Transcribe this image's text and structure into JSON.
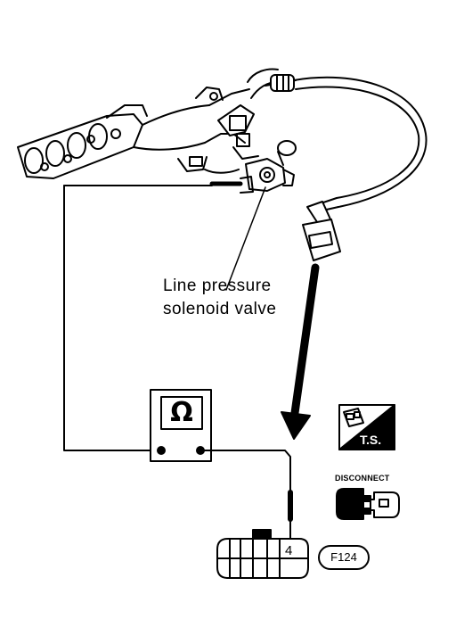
{
  "callout": {
    "line1": "Line pressure",
    "line2": "solenoid valve"
  },
  "meter": {
    "symbol": "Ω"
  },
  "connector": {
    "pin": "4"
  },
  "badges": {
    "ts": "T.S.",
    "disconnect": "DISCONNECT",
    "figure_code": "F124"
  },
  "icons": [
    "ohmmeter-icon",
    "ts-icon",
    "disconnect-icon"
  ],
  "colors": {
    "ink": "#000000",
    "paper": "#ffffff"
  }
}
